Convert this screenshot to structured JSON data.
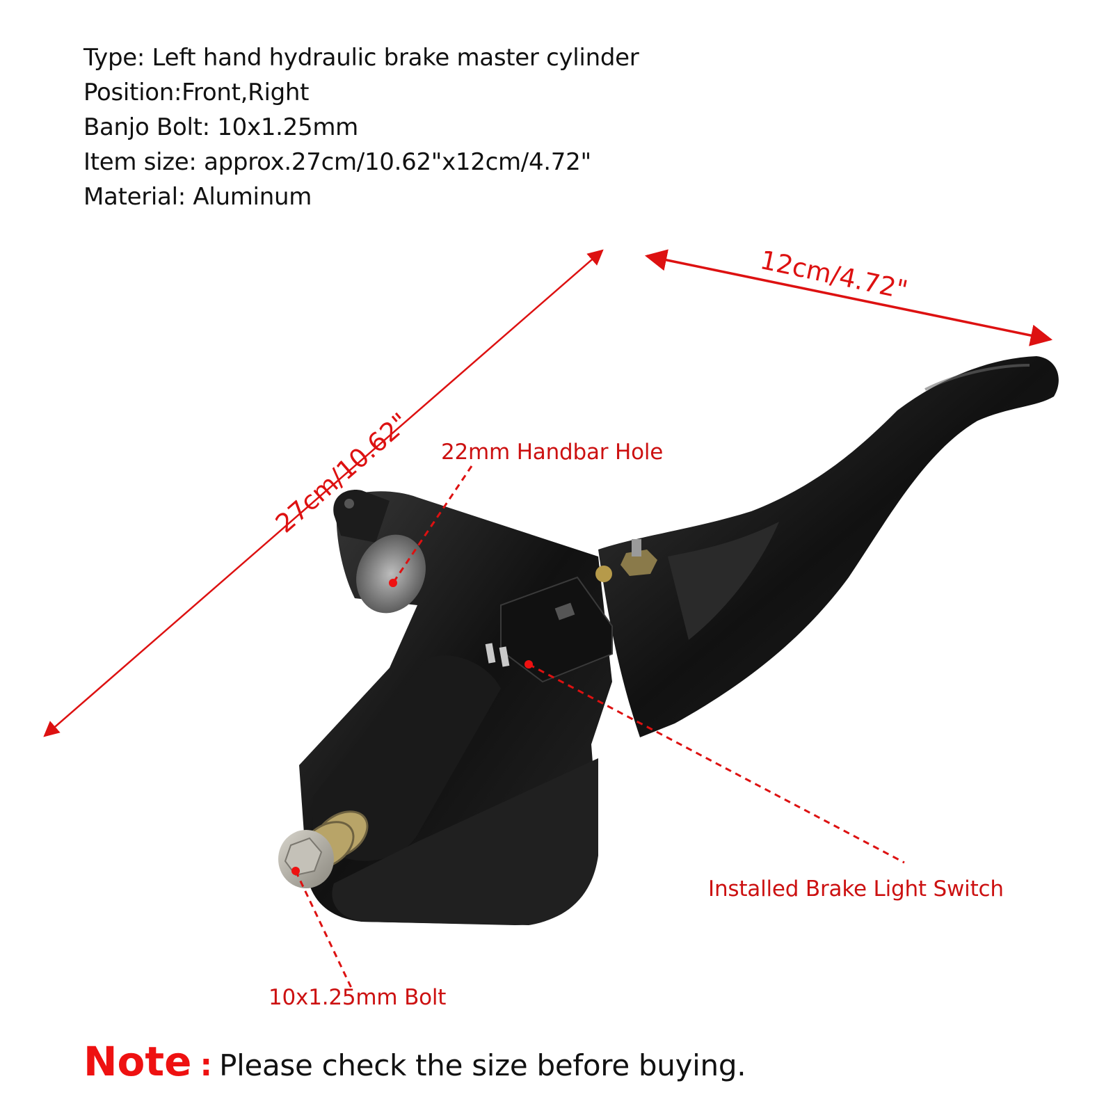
{
  "specs": [
    "Type: Left hand hydraulic brake master cylinder",
    "Position:Front,Right",
    "Banjo Bolt: 10x1.25mm",
    "Item size: approx.27cm/10.62\"x12cm/4.72\"",
    "Material: Aluminum"
  ],
  "dimensions": {
    "length": "27cm/10.62\"",
    "width": "12cm/4.72\""
  },
  "callouts": {
    "handlebar_hole": "22mm Handbar Hole",
    "brake_light_switch": "Installed Brake Light Switch",
    "bolt": "10x1.25mm Bolt"
  },
  "note": {
    "key": "Note",
    "separator": ":",
    "text": "Please check the size before buying."
  },
  "colors": {
    "annotation_red": "#dd1111",
    "text": "#111111",
    "product_black": "#141414"
  }
}
